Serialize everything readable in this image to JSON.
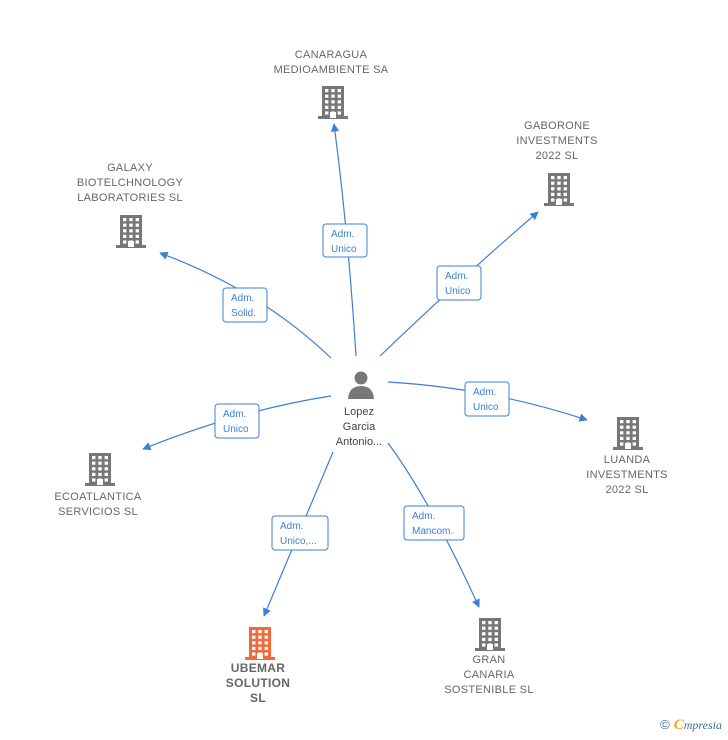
{
  "center": {
    "name_lines": [
      "Lopez",
      "Garcia",
      "Antonio..."
    ],
    "icon": "person-icon"
  },
  "nodes": [
    {
      "id": "canaragua",
      "label_lines": [
        "CANARAGUA",
        "MEDIOAMBIENTE SA"
      ],
      "icon": "building-icon",
      "color": "#777777",
      "highlight": false
    },
    {
      "id": "gaborone",
      "label_lines": [
        "GABORONE",
        "INVESTMENTS",
        "2022  SL"
      ],
      "icon": "building-icon",
      "color": "#777777",
      "highlight": false
    },
    {
      "id": "galaxy",
      "label_lines": [
        "GALAXY",
        "BIOTELCHNOLOGY",
        "LABORATORIES SL"
      ],
      "icon": "building-icon",
      "color": "#777777",
      "highlight": false
    },
    {
      "id": "luanda",
      "label_lines": [
        "LUANDA",
        "INVESTMENTS",
        "2022  SL"
      ],
      "icon": "building-icon",
      "color": "#777777",
      "highlight": false
    },
    {
      "id": "ecoatlantica",
      "label_lines": [
        "ECOATLANTICA",
        "SERVICIOS  SL"
      ],
      "icon": "building-icon",
      "color": "#777777",
      "highlight": false
    },
    {
      "id": "ubemar",
      "label_lines": [
        "UBEMAR",
        "SOLUTION",
        "SL"
      ],
      "icon": "building-icon",
      "color": "#f26a3a",
      "highlight": true
    },
    {
      "id": "gran",
      "label_lines": [
        "GRAN",
        "CANARIA",
        "SOSTENIBLE SL"
      ],
      "icon": "building-icon",
      "color": "#777777",
      "highlight": false
    }
  ],
  "edges": [
    {
      "to": "canaragua",
      "label_lines": [
        "Adm.",
        "Unico"
      ]
    },
    {
      "to": "gaborone",
      "label_lines": [
        "Adm.",
        "Unico"
      ]
    },
    {
      "to": "galaxy",
      "label_lines": [
        "Adm.",
        "Solid."
      ]
    },
    {
      "to": "luanda",
      "label_lines": [
        "Adm.",
        "Unico"
      ]
    },
    {
      "to": "ecoatlantica",
      "label_lines": [
        "Adm.",
        "Unico"
      ]
    },
    {
      "to": "ubemar",
      "label_lines": [
        "Adm.",
        "Unico,..."
      ]
    },
    {
      "to": "gran",
      "label_lines": [
        "Adm.",
        "Mancom."
      ]
    }
  ],
  "footer": {
    "copyright": "©",
    "brand_first": "C",
    "brand_rest": "mpresia"
  },
  "colors": {
    "edge": "#3b7fd9",
    "building": "#777777",
    "highlight_building": "#f26a3a"
  }
}
